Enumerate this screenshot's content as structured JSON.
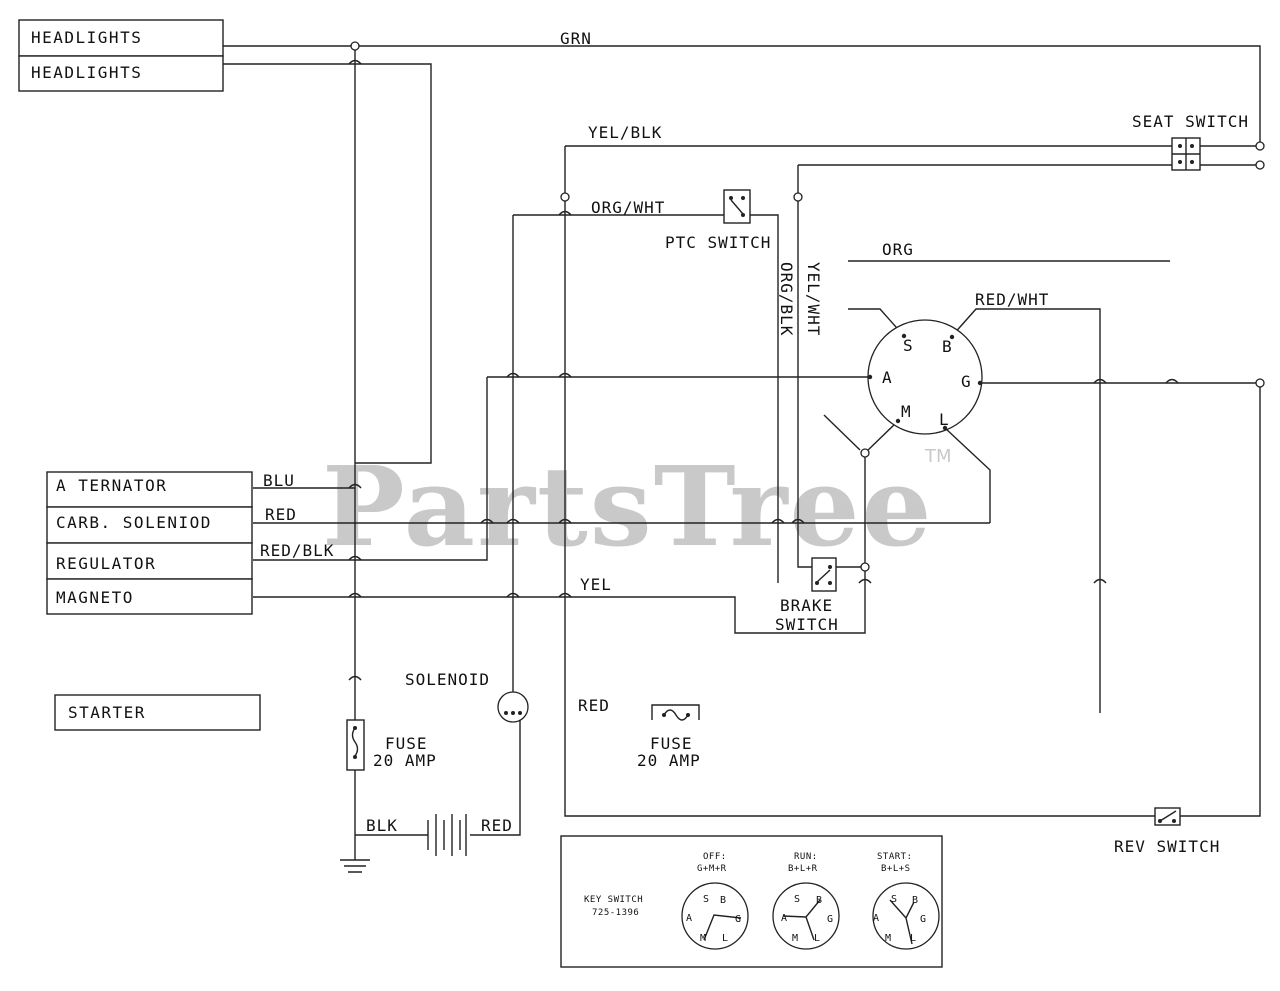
{
  "watermark": {
    "text": "PartsTree",
    "tm": "TM"
  },
  "components": {
    "headlights_1": "HEADLIGHTS",
    "headlights_2": "HEADLIGHTS",
    "alternator": "A TERNATOR",
    "carb_solenoid": "CARB. SOLENIOD",
    "regulator": "REGULATOR",
    "magneto": "MAGNETO",
    "starter": "STARTER"
  },
  "wires": {
    "grn": "GRN",
    "yel_blk": "YEL/BLK",
    "org_wht": "ORG/WHT",
    "org_blk": "ORG/BLK",
    "yel_wht": "YEL/WHT",
    "org": "ORG",
    "red_wht": "RED/WHT",
    "blu": "BLU",
    "red_carb": "RED",
    "red_blk": "RED/BLK",
    "yel": "YEL",
    "red_main": "RED",
    "blk": "BLK",
    "red_batt": "RED"
  },
  "switches": {
    "seat": "SEAT SWITCH",
    "ptc": "PTC SWITCH",
    "brake_1": "BRAKE",
    "brake_2": "SWITCH",
    "rev": "REV SWITCH",
    "solenoid": "SOLENOID"
  },
  "fuses": {
    "fuse_left_1": "FUSE",
    "fuse_left_2": "20 AMP",
    "fuse_mid_1": "FUSE",
    "fuse_mid_2": "20 AMP"
  },
  "key_switch_terminals": {
    "s": "S",
    "b": "B",
    "a": "A",
    "g": "G",
    "m": "M",
    "l": "L"
  },
  "legend": {
    "title_1": "KEY SWITCH",
    "title_2": "725-1396",
    "off_1": "OFF:",
    "off_2": "G+M+R",
    "run_1": "RUN:",
    "run_2": "B+L+R",
    "start_1": "START:",
    "start_2": "B+L+S",
    "term_s": "S",
    "term_b": "B",
    "term_a": "A",
    "term_g": "G",
    "term_m": "M",
    "term_l": "L"
  }
}
